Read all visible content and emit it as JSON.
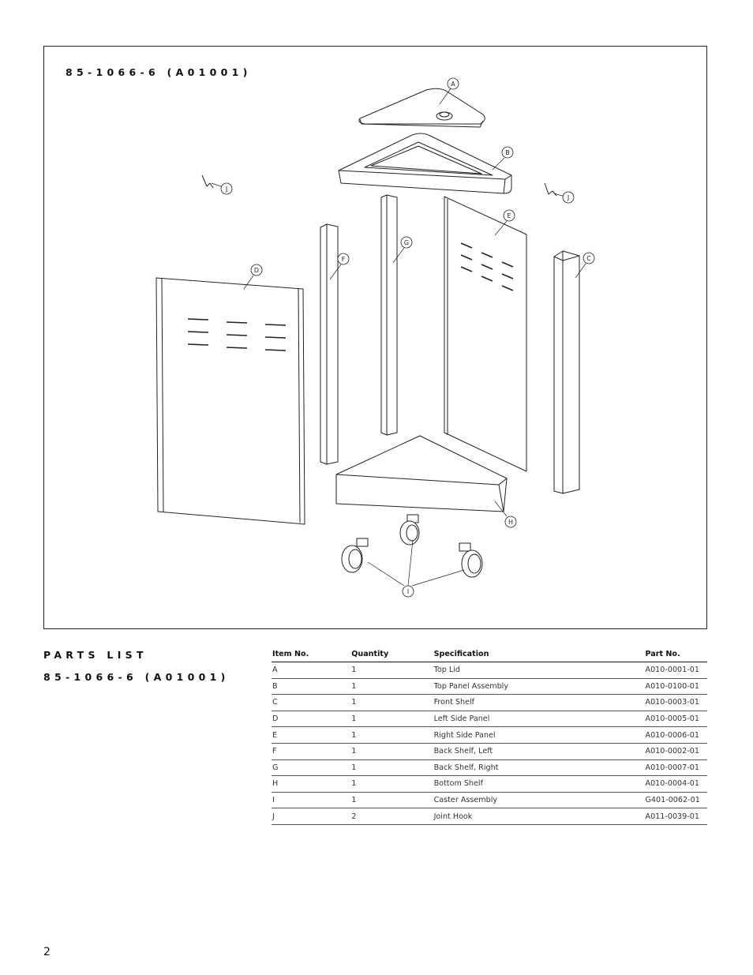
{
  "diagram": {
    "title": "85-1066-6 (A01001)",
    "callouts": [
      "A",
      "B",
      "C",
      "D",
      "E",
      "F",
      "G",
      "H",
      "I",
      "J",
      "J"
    ]
  },
  "parts": {
    "heading": "PARTS LIST",
    "subheading": "85-1066-6 (A01001)",
    "columns": [
      "Item No.",
      "Quantity",
      "Specification",
      "Part No."
    ],
    "rows": [
      [
        "A",
        "1",
        "Top Lid",
        "A010-0001-01"
      ],
      [
        "B",
        "1",
        "Top Panel Assembly",
        "A010-0100-01"
      ],
      [
        "C",
        "1",
        "Front Shelf",
        "A010-0003-01"
      ],
      [
        "D",
        "1",
        "Left Side Panel",
        "A010-0005-01"
      ],
      [
        "E",
        "1",
        "Right Side Panel",
        "A010-0006-01"
      ],
      [
        "F",
        "1",
        "Back Shelf, Left",
        "A010-0002-01"
      ],
      [
        "G",
        "1",
        "Back Shelf, Right",
        "A010-0007-01"
      ],
      [
        "H",
        "1",
        "Bottom Shelf",
        "A010-0004-01"
      ],
      [
        "I",
        "1",
        "Caster Assembly",
        "G401-0062-01"
      ],
      [
        "J",
        "2",
        "Joint Hook",
        "A011-0039-01"
      ]
    ]
  },
  "page_number": "2"
}
